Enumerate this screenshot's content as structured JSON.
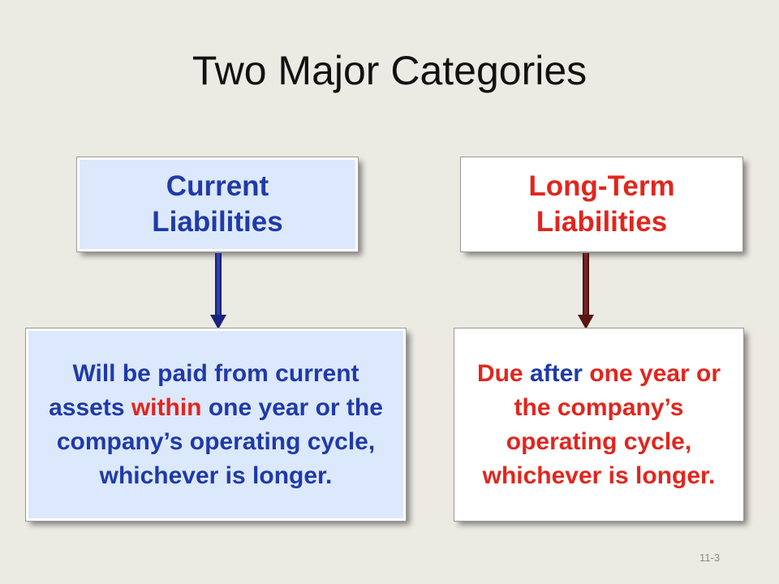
{
  "slide": {
    "title": "Two Major Categories",
    "page_number": "11-3"
  },
  "current": {
    "heading_line1": "Current",
    "heading_line2": "Liabilities",
    "desc_1": "Will be paid from current assets ",
    "desc_highlight": "within",
    "desc_2": " one year or the company’s operating cycle, whichever is longer.",
    "heading_color": "#1f3aa8",
    "highlight_color": "#e0261e",
    "box_color": "#dce8fb",
    "arrow_color": "#1a237e"
  },
  "long_term": {
    "heading_line1": "Long-Term",
    "heading_line2": "Liabilities",
    "desc_1": "Due ",
    "desc_highlight": "after",
    "desc_2": " one year or the company’s operating cycle, whichever is longer.",
    "heading_color": "#e0261e",
    "highlight_color": "#1f3aa8",
    "box_color": "#ffffff",
    "arrow_color": "#5a1515"
  }
}
